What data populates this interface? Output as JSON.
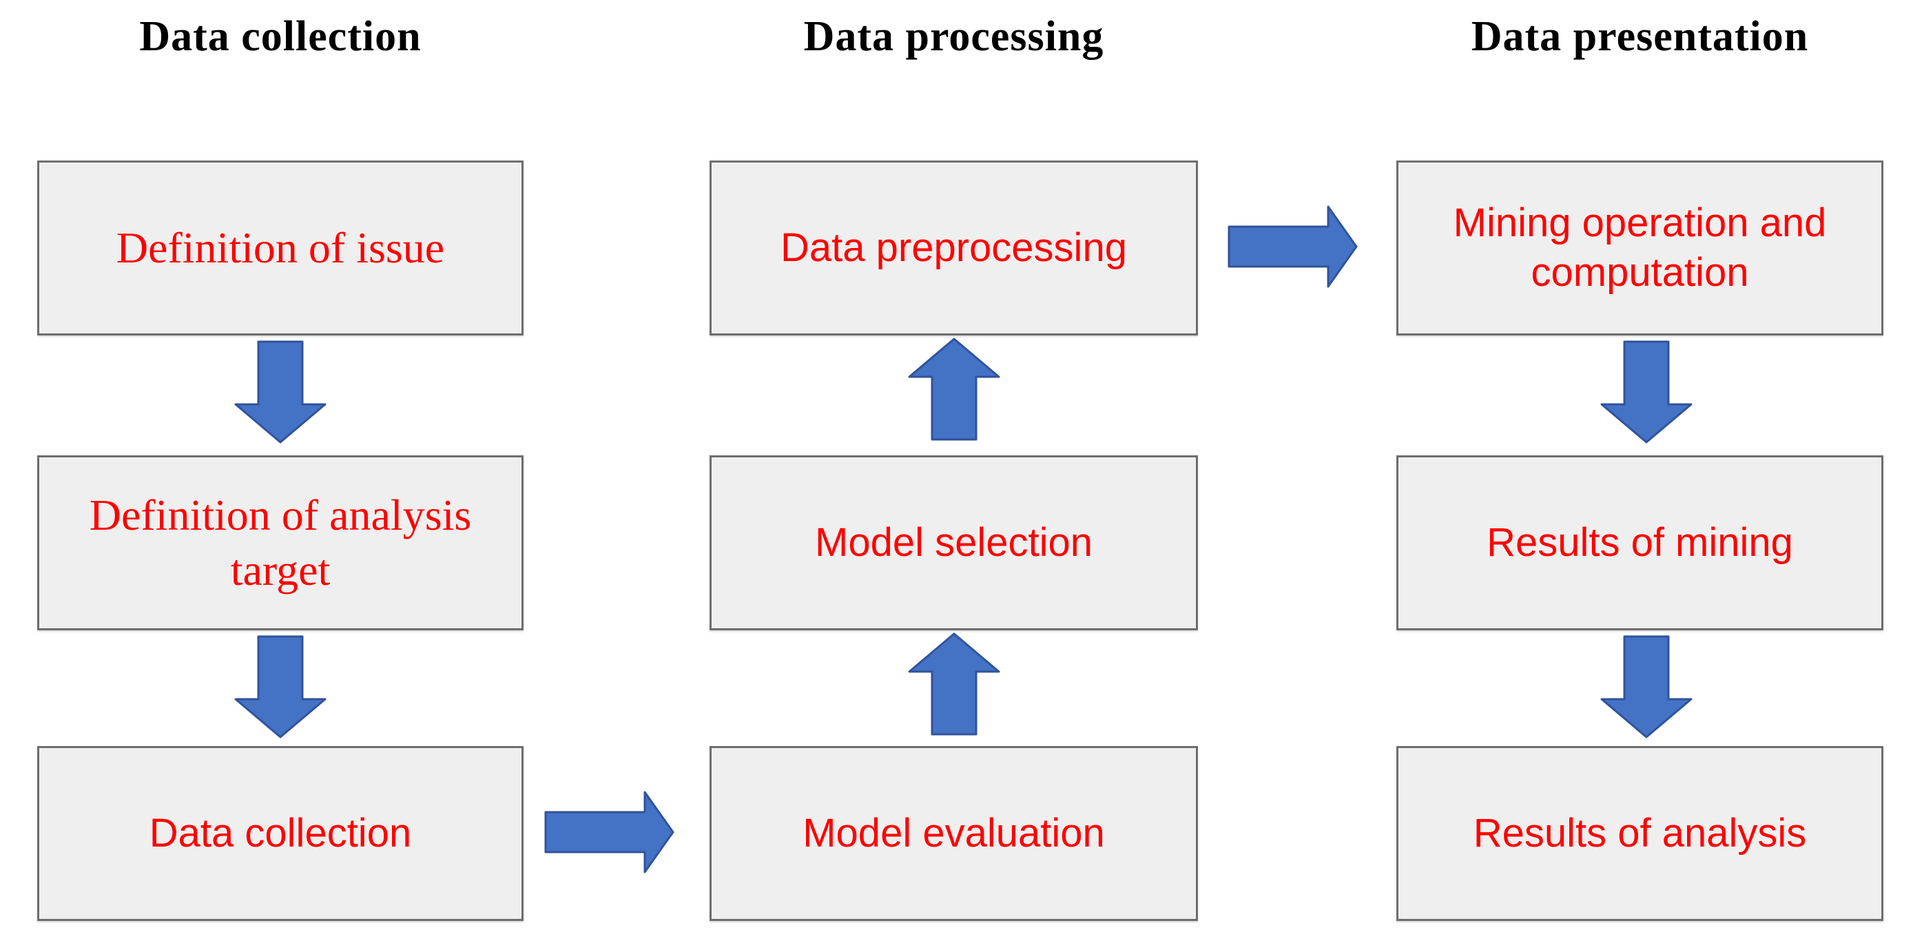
{
  "diagram": {
    "title_implied": "Data mining process flow",
    "columns": [
      {
        "header": "Data collection",
        "boxes": [
          "Definition of issue",
          "Definition of analysis target",
          "Data collection"
        ]
      },
      {
        "header": "Data processing",
        "boxes": [
          "Data preprocessing",
          "Model selection",
          "Model evaluation"
        ]
      },
      {
        "header": "Data presentation",
        "boxes": [
          "Mining operation and computation",
          "Results of mining",
          "Results of analysis"
        ]
      }
    ],
    "flow": [
      "Definition of issue -> Definition of analysis target",
      "Definition of analysis target -> Data collection",
      "Data collection -> Model evaluation",
      "Model evaluation -> Model selection",
      "Model selection -> Data preprocessing",
      "Data preprocessing -> Mining operation and computation",
      "Mining operation and computation -> Results of mining",
      "Results of mining -> Results of analysis"
    ],
    "colors": {
      "arrow_fill": "#4472c4",
      "arrow_stroke": "#31539b",
      "box_fill": "#efefef",
      "box_border": "#6e6e6e",
      "box_text": "#ff0000",
      "header_text": "#000000",
      "background": "#ffffff"
    }
  }
}
